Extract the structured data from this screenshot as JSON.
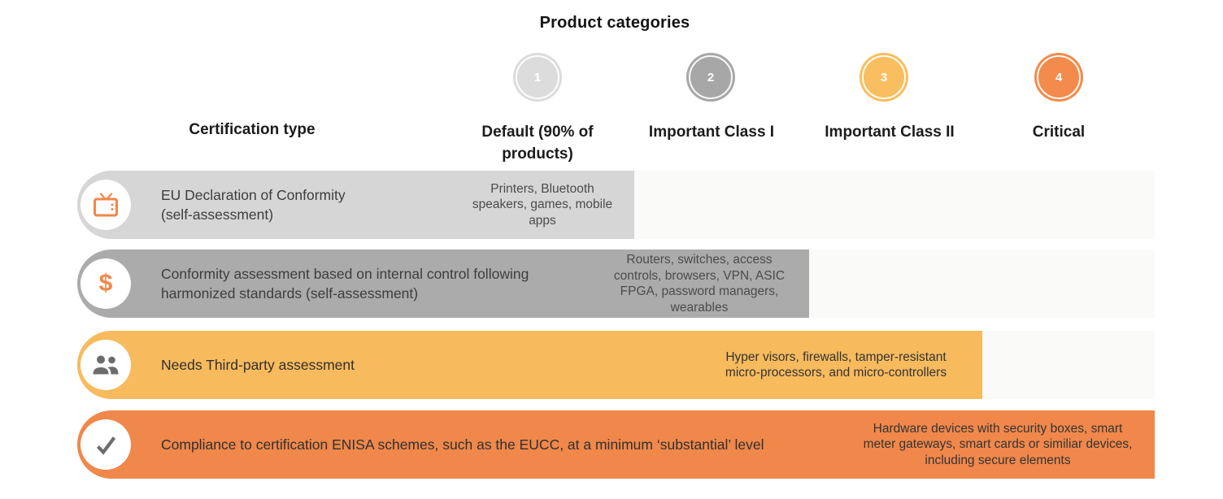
{
  "title": "Product categories",
  "certification_type_header": "Certification type",
  "categories": [
    {
      "number": "1",
      "label": "Default (90% of\nproducts)",
      "circle_color": "#DCDCDC"
    },
    {
      "number": "2",
      "label": "Important Class I",
      "circle_color": "#A7A7A7"
    },
    {
      "number": "3",
      "label": "Important Class II",
      "circle_color": "#F9BE5F"
    },
    {
      "number": "4",
      "label": "Critical",
      "circle_color": "#F28B4B"
    }
  ],
  "rows": [
    {
      "icon": "tv-icon",
      "certification": "EU Declaration of Conformity\n(self-assessment)",
      "products": "Printers, Bluetooth\nspeakers, games, mobile\napps",
      "bar_color": "#D6D6D6",
      "spans_through_category": 1
    },
    {
      "icon": "dollar-icon",
      "icon_glyph": "$",
      "certification": "Conformity assessment based on internal control following\nharmonized standards (self-assessment)",
      "products": "Routers, switches, access\ncontrols, browsers, VPN, ASIC\nFPGA, password managers,\nwearables",
      "bar_color": "#ABABAB",
      "spans_through_category": 2
    },
    {
      "icon": "people-icon",
      "certification": "Needs Third-party assessment",
      "products": "Hyper visors, firewalls, tamper-resistant\nmicro-processors, and micro-controllers",
      "bar_color": "#F7BA5D",
      "spans_through_category": 3
    },
    {
      "icon": "checkmark-icon",
      "certification": "Compliance to certification ENISA schemes, such as the EUCC, at a minimum ‘substantial’ level",
      "products": "Hardware devices with security boxes, smart\nmeter gateways, smart cards or similiar devices,\nincluding secure elements",
      "bar_color": "#F0884B",
      "spans_through_category": 4
    }
  ],
  "colors": {
    "track": "#FAFAF8",
    "icon_orange": "#F0874B",
    "icon_gray": "#6C6C6C",
    "header_text": "#1B1B1B",
    "body_text": "#3D3D3D"
  }
}
